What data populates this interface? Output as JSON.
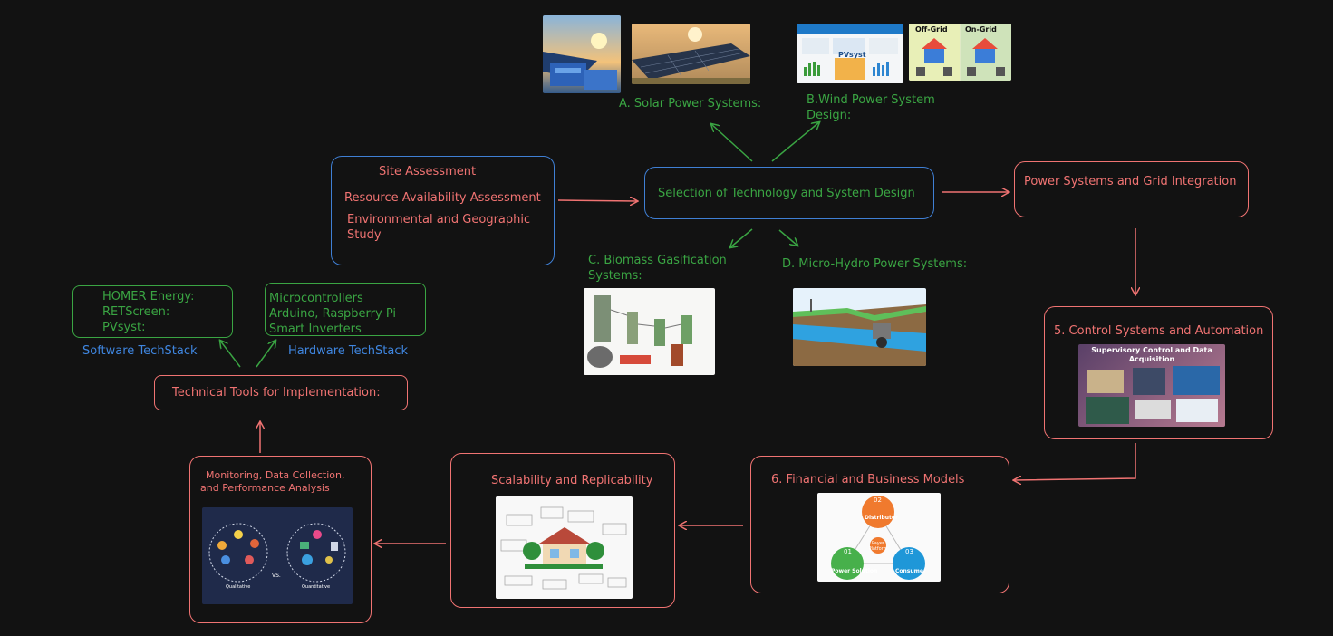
{
  "site": {
    "title": "Site Assessment",
    "item1": "Resource Availability Assessment",
    "item2_line1": "Environmental and Geographic",
    "item2_line2": "Study"
  },
  "selection": "Selection of Technology and System Design",
  "grid": "Power Systems and Grid Integration",
  "solar": "A. Solar Power Systems:",
  "wind_line1": "B.Wind Power System",
  "wind_line2": "Design:",
  "biomass_line1": "C. Biomass Gasification",
  "biomass_line2": "Systems:",
  "hydro": "D. Micro-Hydro Power Systems:",
  "control": {
    "title": "5. Control Systems and Automation",
    "image_title_line1": "Supervisory Control and Data",
    "image_title_line2": "Acquisition"
  },
  "financial": {
    "title": "6. Financial and Business Models",
    "node2_num": "02",
    "node2_label": "Distributor",
    "node1_num": "01",
    "node1_label": "Power Solution",
    "node3_num": "03",
    "node3_label": "Consumer",
    "center": "Payer Platform"
  },
  "scalability": "Scalability and Replicability",
  "monitoring": {
    "line1": "Monitoring, Data Collection,",
    "line2": "and Performance Analysis",
    "left_label": "Qualitative",
    "vs": "VS.",
    "right_label": "Quantitative"
  },
  "tools": "Technical Tools for Implementation:",
  "software": {
    "items": [
      "HOMER Energy:",
      "RETScreen:",
      "PVsyst:"
    ],
    "label": "Software TechStack"
  },
  "hardware": {
    "items": [
      "Microcontrollers",
      "Arduino, Raspberry Pi",
      "Smart Inverters"
    ],
    "label": "Hardware TechStack"
  },
  "solar_images": {
    "grid_labels": [
      "Off-Grid",
      "On-Grid"
    ],
    "pvsyst_label": "PVsyst"
  },
  "colors": {
    "background": "#121212",
    "red": "#f07372",
    "green": "#3aa543",
    "blue": "#3f7fd4"
  }
}
